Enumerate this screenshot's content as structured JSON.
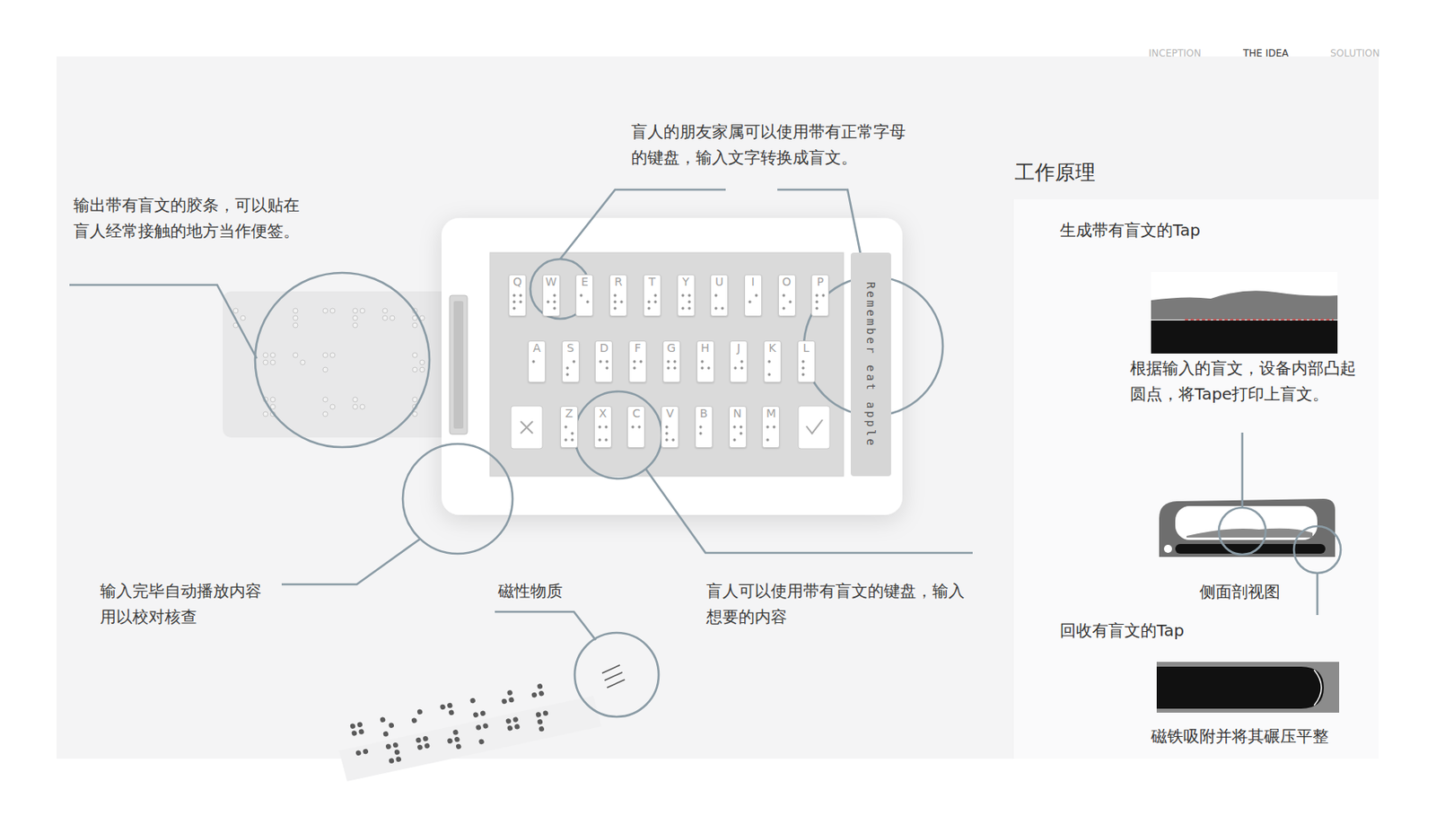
{
  "diagram": {
    "nodes": [
      {
        "text": [
          "工作原理",
          "生成带有盲文的Tap",
          "根据输入的盲文，设备内部凸起圆点，将Tape打印上盲文。",
          "侧面剖视图",
          "回收有盲文的Tap",
          "磁铁吸附并将其碾压平整"
        ]
      },
      {
        "text": [
          "Remember eat apple"
        ]
      },
      {
        "text": [
          "Q"
        ]
      },
      {
        "text": [
          "W"
        ]
      },
      {
        "text": [
          "E"
        ]
      },
      {
        "text": [
          "R"
        ]
      },
      {
        "text": [
          "T"
        ]
      },
      {
        "text": [
          "Y"
        ]
      },
      {
        "text": [
          "U"
        ]
      },
      {
        "text": [
          "I"
        ]
      },
      {
        "text": [
          "O"
        ]
      },
      {
        "text": [
          "P"
        ]
      },
      {
        "text": [
          "A"
        ]
      },
      {
        "text": [
          "S"
        ]
      },
      {
        "text": [
          "D"
        ]
      },
      {
        "text": [
          "F"
        ]
      },
      {
        "text": [
          "G"
        ]
      },
      {
        "text": [
          "H"
        ]
      },
      {
        "text": [
          "J"
        ]
      },
      {
        "text": [
          "K"
        ]
      },
      {
        "text": [
          "L"
        ]
      },
      {
        "text": [
          "Z"
        ]
      },
      {
        "text": [
          "X"
        ]
      },
      {
        "text": [
          "C"
        ]
      },
      {
        "text": [
          "V"
        ]
      },
      {
        "text": [
          "B"
        ]
      },
      {
        "text": [
          "N"
        ]
      },
      {
        "text": [
          "M"
        ]
      }
    ],
    "labels": [
      "INCEPTION",
      "THE IDEA",
      "SOLUTION",
      "盲人的朋友家属可以使用带有正常字母的键盘，输入文字转换成盲文。",
      "输出带有盲文的胶条，可以贴在盲人经常接触的地方当作便签。",
      "输入完毕自动播放内容用以校对核查",
      "磁性物质",
      "盲人可以使用带有盲文的键盘，输入想要的内容"
    ]
  }
}
